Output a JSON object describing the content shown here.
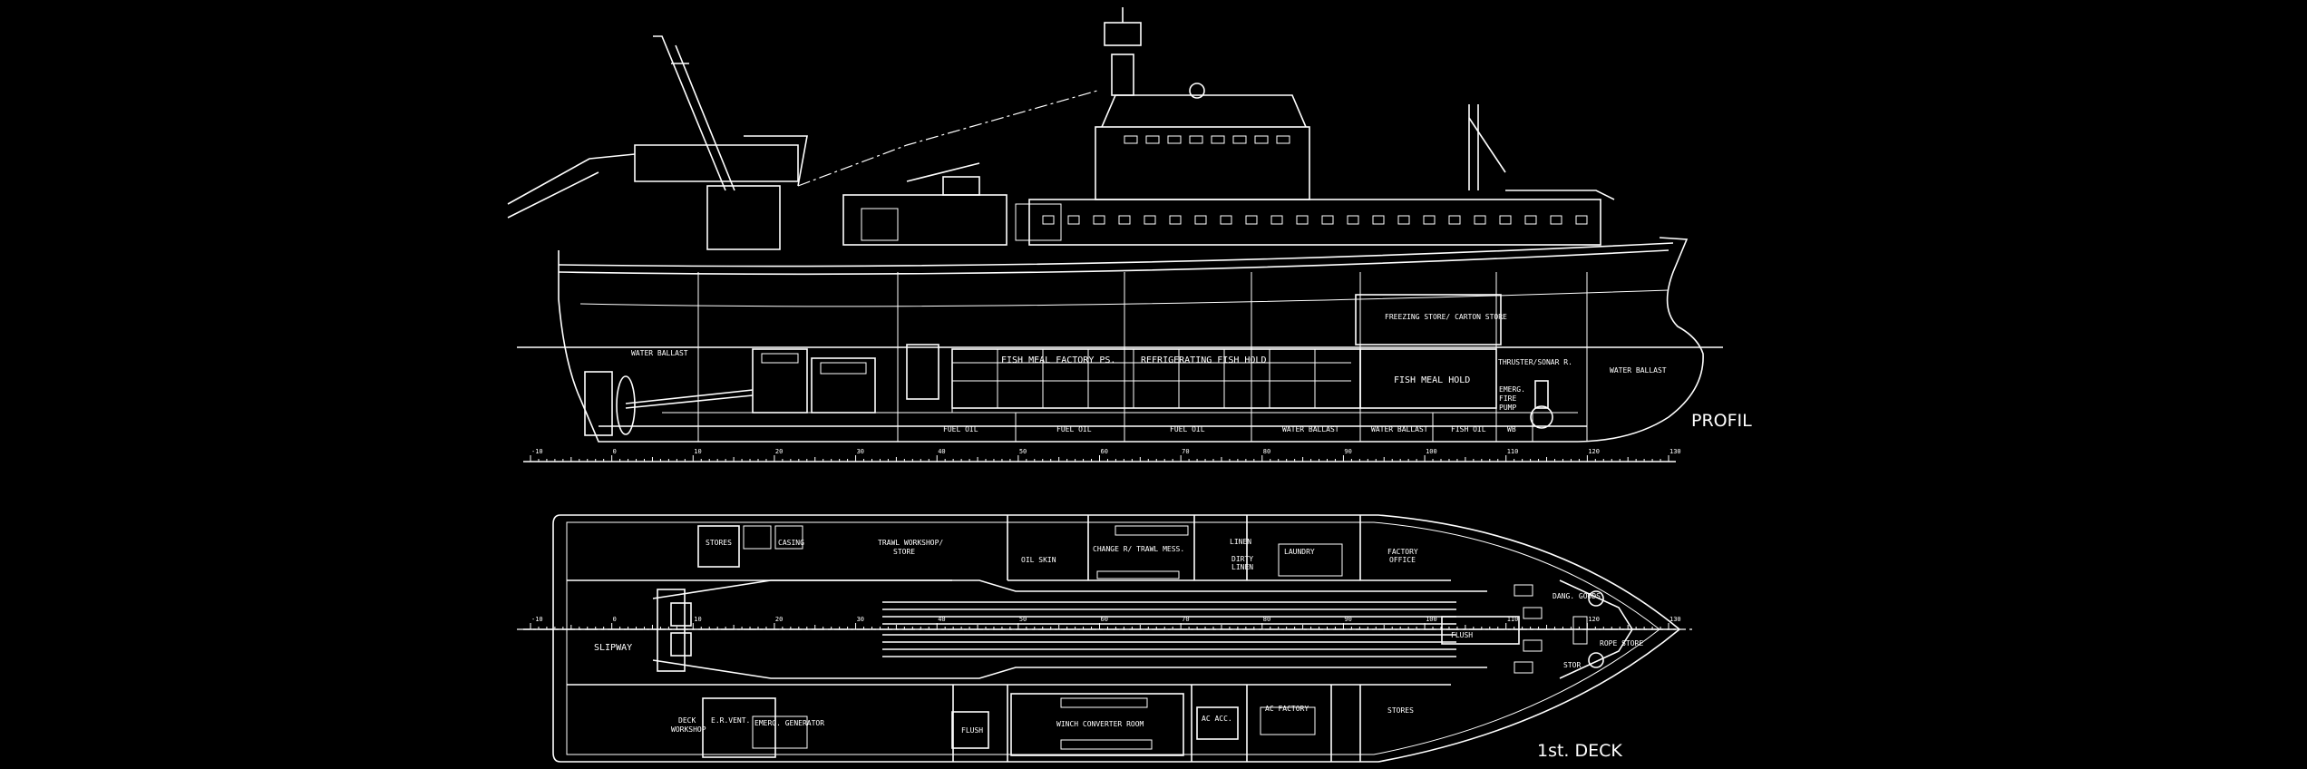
{
  "profile": {
    "title": "PROFIL",
    "rooms": {
      "water_ballast_aft": "WATER BALLAST",
      "fish_meal_factory": "FISH MEAL FACTORY PS.",
      "refrigerating_hold": "REFRIGERATING FISH HOLD",
      "fish_meal_hold": "FISH MEAL HOLD",
      "thruster": "THRUSTER/SONAR R.",
      "water_ballast_fwd": "WATER BALLAST",
      "fire_pump_1": "EMERG.",
      "fire_pump_2": "FIRE",
      "fire_pump_3": "PUMP",
      "freezing_store": "FREEZING STORE/ CARTON STORE"
    },
    "tanks": [
      "FUEL OIL",
      "FUEL OIL",
      "FUEL OIL",
      "WATER BALLAST",
      "WATER BALLAST",
      "FISH OIL",
      "WB"
    ]
  },
  "plan": {
    "title": "1st. DECK",
    "rooms": {
      "slipway": "SLIPWAY",
      "stores_aft": "STORES",
      "casing": "CASING",
      "trawl_workshop_1": "TRAWL WORKSHOP/",
      "trawl_workshop_2": "STORE",
      "oil_skin": "OIL SKIN",
      "change_room": "CHANGE R/ TRAWL MESS.",
      "linen": "LINEN",
      "dirty_linen_1": "DIRTY",
      "dirty_linen_2": "LINEN",
      "laundry": "LAUNDRY",
      "factory_office_1": "FACTORY",
      "factory_office_2": "OFFICE",
      "dang_goods": "DANG. GOODS",
      "rope_store": "ROPE STORE",
      "stor": "STOR",
      "flush_fwd": "FLUSH",
      "deck_workshop_1": "DECK",
      "deck_workshop_2": "WORKSHOP",
      "er_vent": "E.R.VENT.",
      "emerg_generator": "EMERG. GENERATOR",
      "flush_aft": "FLUSH",
      "winch_converter": "WINCH CONVERTER ROOM",
      "ac_acc": "AC ACC.",
      "ac_factory": "AC FACTORY",
      "stores_fwd": "STORES"
    }
  },
  "frame_scale": {
    "min": -10,
    "max": 130,
    "labels": [
      "-10",
      "0",
      "10",
      "20",
      "30",
      "40",
      "50",
      "60",
      "70",
      "80",
      "90",
      "100",
      "110",
      "120",
      "130"
    ]
  },
  "colors": {
    "background": "#000000",
    "line": "#ffffff"
  }
}
